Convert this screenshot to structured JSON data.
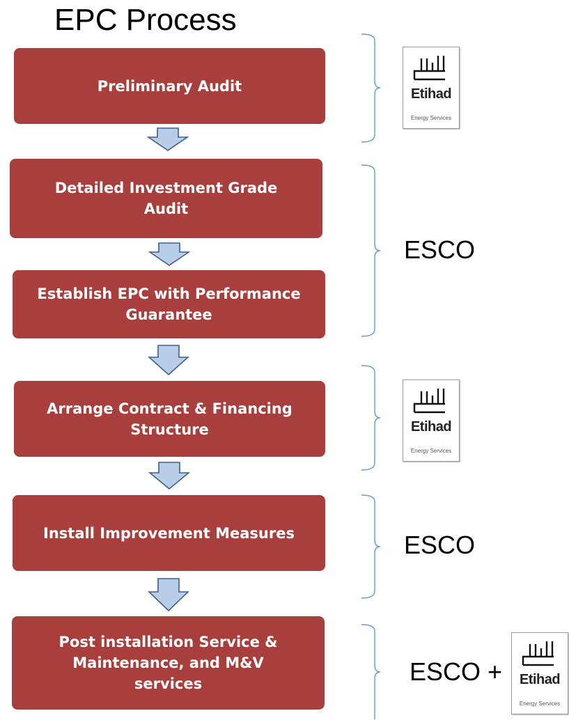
{
  "title": "EPC Process",
  "steps": [
    "Preliminary Audit",
    "Detailed Investment Grade Audit",
    "Establish EPC with Performance Guarantee",
    "Arrange Contract & Financing Structure",
    "Install Improvement Measures",
    "Post installation Service & Maintenance, and M&V services"
  ],
  "labels": {
    "esco_1": "ESCO",
    "esco_2": "ESCO",
    "esco_plus": "ESCO +"
  },
  "logo": {
    "latin": "Etihad",
    "subtitle": "Energy Services"
  },
  "colors": {
    "step_fill": "#a83f3d",
    "arrow_fill": "#b8cde8",
    "arrow_stroke": "#3e5f8a",
    "brace_stroke": "#5b9bd5"
  }
}
